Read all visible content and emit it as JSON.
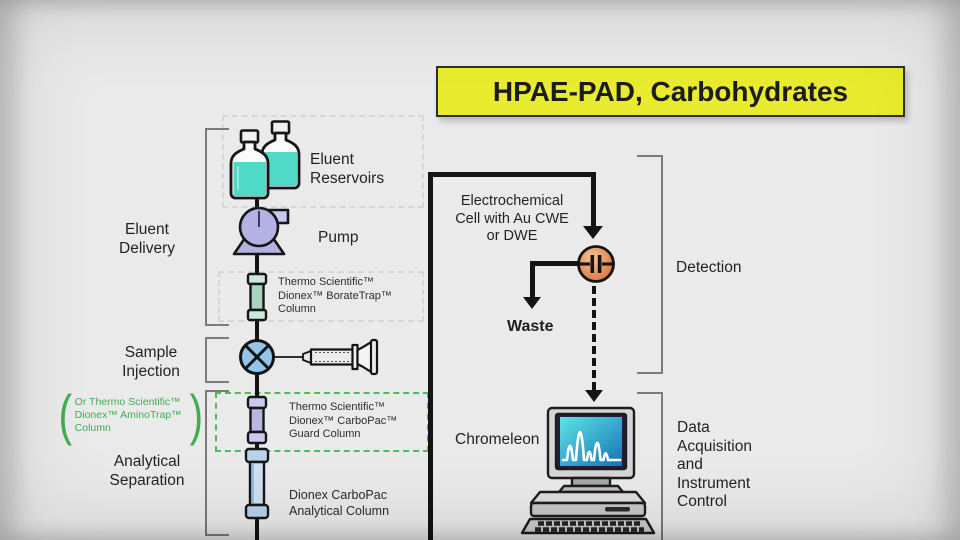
{
  "title": "HPAE-PAD, Carbohydrates",
  "sections": {
    "eluent_delivery": "Eluent\nDelivery",
    "sample_injection": "Sample\nInjection",
    "analytical_separation": "Analytical\nSeparation",
    "detection": "Detection",
    "data_acquisition": "Data\nAcquisition\nand\nInstrument\nControl"
  },
  "components": {
    "eluent_reservoirs": "Eluent\nReservoirs",
    "pump": "Pump",
    "boratetrap_column": "Thermo Scientific™\nDionex™ BorateTrap™\nColumn",
    "aminotrap_note": "Or Thermo Scientific™\nDionex™ AminoTrap™\nColumn",
    "paren_open": "(",
    "paren_close": ")",
    "guard_column": "Thermo Scientific™\nDionex™ CarboPac™\nGuard Column",
    "analytical_column": "Dionex CarboPac\nAnalytical Column",
    "electrochemical_cell": "Electrochemical\nCell with Au CWE\nor DWE",
    "waste": "Waste",
    "chromeleon": "Chromeleon"
  },
  "colors": {
    "title_bg": "#e9eb2f",
    "eluent_liquid": "#4fd9c6",
    "pump_body": "#b4b2e4",
    "valve_blue": "#93c4e9",
    "boratetrap_teal": "#a8d4be",
    "guard_lavender": "#b9b7e2",
    "analytical_blue": "#b8d2ea",
    "cell_orange": "#dd7d44",
    "green_accent": "#3fae52",
    "flow_line": "#141414",
    "bracket_gray": "#7b7b7b",
    "screen_teal": "#2cb9d0"
  }
}
